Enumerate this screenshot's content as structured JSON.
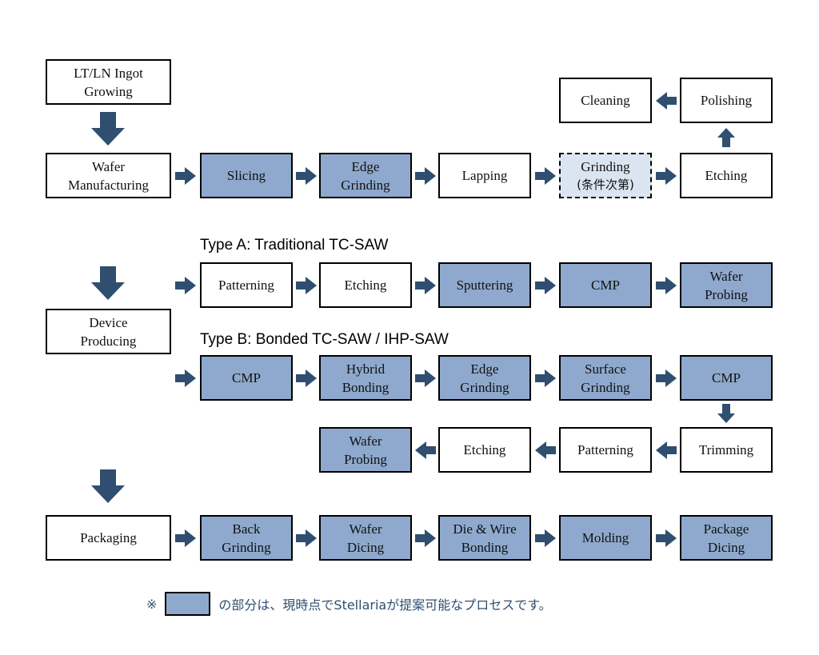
{
  "colors": {
    "proposable_fill": "#8ea9cd",
    "conditional_fill": "#dbe5f1",
    "plain_fill": "#ffffff",
    "arrow": "#2f4e70",
    "note_text": "#2f4e70"
  },
  "start": {
    "ingot": "LT/LN Ingot\nGrowing"
  },
  "wafer_row": {
    "wafer_manufacturing": "Wafer\nManufacturing",
    "slicing": "Slicing",
    "edge_grinding": "Edge\nGrinding",
    "lapping": "Lapping",
    "grinding": "Grinding",
    "grinding_note": "(条件次第)",
    "etching": "Etching",
    "polishing": "Polishing",
    "cleaning": "Cleaning"
  },
  "type_a": {
    "heading": "Type A: Traditional TC-SAW",
    "patterning": "Patterning",
    "etching": "Etching",
    "sputtering": "Sputtering",
    "cmp": "CMP",
    "wafer_probing": "Wafer\nProbing"
  },
  "device": {
    "device_producing": "Device\nProducing"
  },
  "type_b": {
    "heading": "Type B: Bonded TC-SAW / IHP-SAW",
    "cmp_1": "CMP",
    "hybrid_bonding": "Hybrid\nBonding",
    "edge_grinding": "Edge\nGrinding",
    "surface_grinding": "Surface\nGrinding",
    "cmp_2": "CMP",
    "trimming": "Trimming",
    "patterning": "Patterning",
    "etching": "Etching",
    "wafer_probing": "Wafer\nProbing"
  },
  "packaging_row": {
    "packaging": "Packaging",
    "back_grinding": "Back\nGrinding",
    "wafer_dicing": "Wafer\nDicing",
    "die_wire_bonding": "Die & Wire\nBonding",
    "molding": "Molding",
    "package_dicing": "Package\nDicing"
  },
  "legend": {
    "mark": "※",
    "text": "の部分は、現時点でStellariaが提案可能なプロセスです。"
  }
}
